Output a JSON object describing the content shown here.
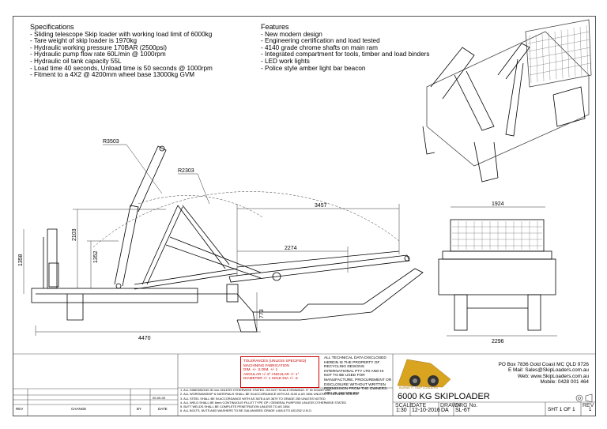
{
  "specifications": {
    "heading": "Specifications",
    "items": [
      "- Sliding telescope Skip loader with working load limit of 6000kg",
      "- Tare weight of skip loader is 1970kg",
      "- Hydraulic working pressure 170BAR (2500psi)",
      "- Hydraulic pump flow rate 60L/min @ 1000rpm",
      "- Hydraulic oil tank capacity 55L",
      "- Load time 40 seconds, Unload time is 50 seconds @ 1000rpm",
      "- Fitment to a 4X2 @ 4200mm wheel base 13000kg GVM"
    ]
  },
  "features": {
    "heading": "Features",
    "items": [
      "- New modern design",
      "- Engineering certification and load tested",
      "- 4140 grade chrome shafts on main ram",
      "- Integrated compartment for tools, timber and load binders",
      "- LED work lights",
      "- Police style amber light bar beacon"
    ]
  },
  "dimensions": {
    "r3503": "R3503",
    "r2303": "R2303",
    "d3457": "3457",
    "d2274": "2274",
    "d2103": "2103",
    "d1352": "1352",
    "d1358": "1358",
    "d773": "773",
    "d4470": "4470",
    "d1924": "1924",
    "d2296": "2296"
  },
  "tolerances": {
    "line1": "TOLERANCES (UNLESS SPECIFIED)",
    "line2": "MACHINING      FABRICATION",
    "line3": "DIM.  +/- .5    DIM.  +/- 1",
    "line4": "ANGULAR +/-.5°  ANGULAR +/- 1°",
    "line5": "DIAMETER +/- 1  HOLE DIA +/- .5"
  },
  "disclaimer": "ALL TECHNICAL DATA DISCLOSED HEREIN IS THE PROPERTY OF RECYCLING DESIGNS INTERNATIONAL PTY LTD AND IS NOT TO BE USED FOR MANUFACTURE, PROCUREMENT OR DISCLOSURE WITHOUT WRITTEN PERMISSION FROM THE OWNERS. ABN 25 168 508 892",
  "notes": [
    "1.  ALL DIMENSIONS IN mm UNLESS OTHERWISE STATED. DO NOT SCALE DRAWING. IF IN DOUBT ASK",
    "2.  ALL WORKMANSHIP & MATERIALS SHALL BE IN ACCORDANCE WITH AS 4100 & AS 1554 UNLESS OTHERWISE STATED",
    "3.  ALL STEEL SHALL BE IN ACCORDANCE WITH AS 3678 & AS 3679 TO GRADE 250 UNLESS NOTED",
    "4.  ALL WELD SHALL BE 6mm CONTINUOUS FILLET TYPE GP / GENERAL PURPOSE UNLESS OTHERWISE STATED",
    "5.  BUTT WELDS SHALL BE COMPLETE PENETRATION UNLESS TO AS 1554",
    "6.  ALL BOLTS, NUTS AND WASHERS TO BE GALVANISED GRADE 4.6/8.8 TO AS1252 U.N.O."
  ],
  "company": {
    "brand": "BURNETT SKIP LOADERS",
    "address": "PO Box 7836 Gold Coast MC QLD 9726",
    "email": "E Mail: Sales@SkipLoaders.com.au",
    "web": "Web: www.SkipLoaders.com.au",
    "mobile": "Mobile: 0428 001 464"
  },
  "title_block": {
    "title": "6000 KG SKIPLOADER",
    "scale_label": "SCALE",
    "scale": "1:30",
    "date_label": "DATE",
    "date": "12-10-2016",
    "drawn_label": "DRAWN",
    "drawn": "DA",
    "drg_label": "DRG No.",
    "drg": "SL-6T",
    "sheet": "SHT 1 OF 1",
    "rev_label": "REV",
    "rev": "1"
  },
  "revision_block": {
    "rev_col": "REV",
    "change_col": "CHANGE",
    "by_col": "BY",
    "date_col": "DATE",
    "entry_date": "00-00-00"
  }
}
